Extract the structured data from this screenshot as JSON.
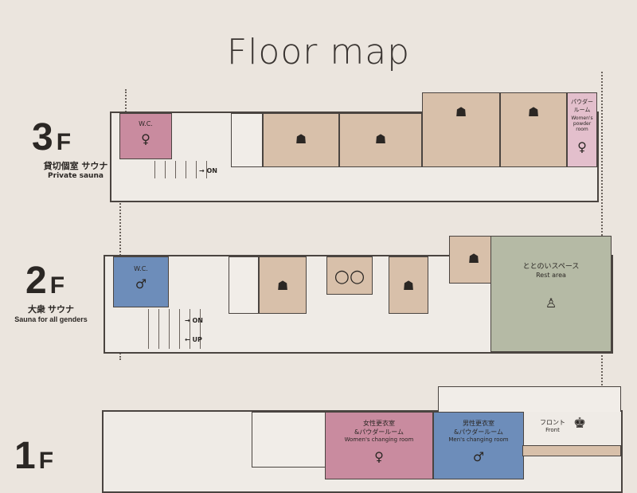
{
  "title": "Floor map",
  "floors": [
    {
      "num": "3",
      "unit": "F",
      "jp": "貸切個室 サウナ",
      "en": "Private sauna",
      "wc": "W.C.",
      "stairs": "ON",
      "powder_jp": "パウダー\nルーム",
      "powder_en": "Women's powder room"
    },
    {
      "num": "2",
      "unit": "F",
      "jp": "大衆 サウナ",
      "en": "Sauna for all genders",
      "wc": "W.C.",
      "stairs_on": "ON",
      "stairs_up": "UP",
      "rest_jp": "ととのいスペース",
      "rest_en": "Rest area"
    },
    {
      "num": "1",
      "unit": "F",
      "women_jp1": "女性更衣室",
      "women_jp2": "&パウダールーム",
      "women_en": "Women's changing room",
      "men_jp1": "男性更衣室",
      "men_jp2": "&パウダールーム",
      "men_en": "Men's changing room",
      "front_jp": "フロント",
      "front_en": "Front"
    }
  ],
  "colors": {
    "women": "#c98b9f",
    "men": "#6d8dba",
    "sauna": "#d8c0aa",
    "rest": "#b5baa5"
  }
}
